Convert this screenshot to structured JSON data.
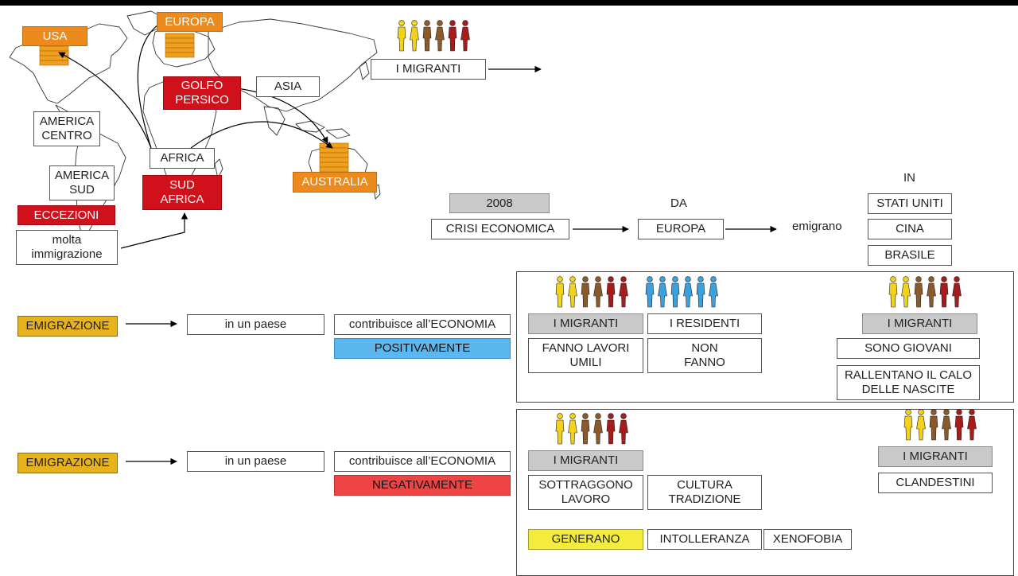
{
  "map": {
    "usa": "USA",
    "europa": "EUROPA",
    "golfo": "GOLFO\nPERSICO",
    "asia": "ASIA",
    "america_centro": "AMERICA\nCENTRO",
    "africa": "AFRICA",
    "america_sud": "AMERICA\nSUD",
    "sud_africa": "SUD\nAFRICA",
    "australia": "AUSTRALIA",
    "eccezioni": "ECCEZIONI",
    "molta": "molta\nimmigrazione"
  },
  "top": {
    "migranti": "I MIGRANTI",
    "in_label": "IN",
    "year": "2008",
    "crisi": "CRISI ECONOMICA",
    "da_label": "DA",
    "europa": "EUROPA",
    "emigrano": "emigrano",
    "stati_uniti": "STATI UNITI",
    "cina": "CINA",
    "brasile": "BRASILE"
  },
  "positive_row": {
    "emigrazione": "EMIGRAZIONE",
    "in_un_paese": "in un paese",
    "contribuisce": "contribuisce all’ECONOMIA",
    "effect": "POSITIVAMENTE",
    "migranti": "I MIGRANTI",
    "residenti": "I RESIDENTI",
    "fanno": "FANNO LAVORI\nUMILI",
    "non_fanno": "NON\nFANNO",
    "migranti2": "I MIGRANTI",
    "giovani": "SONO GIOVANI",
    "rallentano": "RALLENTANO IL CALO\nDELLE NASCITE"
  },
  "negative_row": {
    "emigrazione": "EMIGRAZIONE",
    "in_un_paese": "in un paese",
    "contribuisce": "contribuisce all’ECONOMIA",
    "effect": "NEGATIVAMENTE",
    "migranti": "I MIGRANTI",
    "sottraggono": "SOTTRAGGONO\nLAVORO",
    "cultura": "CULTURA\nTRADIZIONE",
    "generano": "GENERANO",
    "intolleranza": "INTOLLERANZA",
    "xenofobia": "XENOFOBIA",
    "migranti2": "I MIGRANTI",
    "clandestini": "CLANDESTINI"
  },
  "colors": {
    "yellow_people": "#f2d21a",
    "brown_people": "#8b5a2b",
    "red_people": "#a61b1b",
    "blue_people": "#3aa0e0",
    "coins": "#f0a020"
  },
  "icons": [
    "world-map",
    "coin-stack-icon",
    "people-group-icon"
  ]
}
